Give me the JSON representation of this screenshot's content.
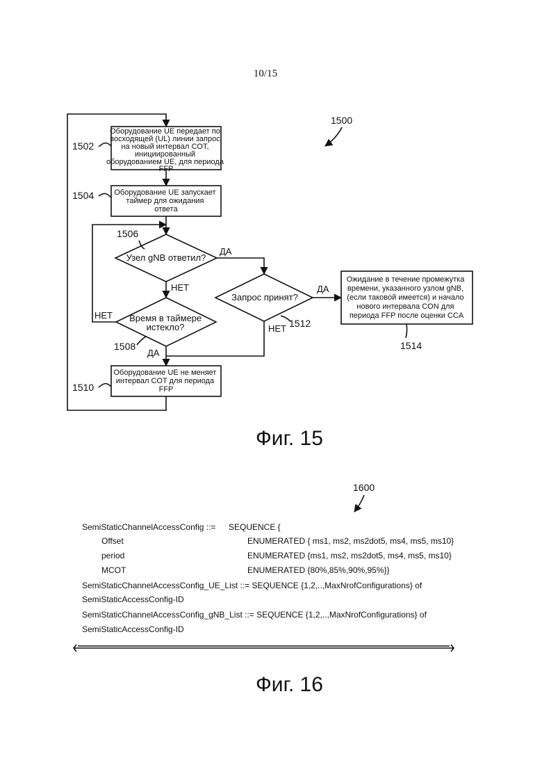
{
  "page_number": "10/15",
  "fig15": {
    "ref": "1500",
    "caption": "Фиг. 15",
    "step_1502": {
      "ref": "1502",
      "lines": [
        "Оборудование UE передает по",
        "восходящей (UL) линии запрос",
        "на новый интервал COT,",
        "инициированный",
        "оборудованием UE, для периода",
        "FFP"
      ]
    },
    "step_1504": {
      "ref": "1504",
      "lines": [
        "Оборудование UE запускает",
        "таймер для ожидания",
        "ответа"
      ]
    },
    "decision_1506": {
      "ref": "1506",
      "text": "Узел gNB ответил?",
      "yes": "ДА",
      "no": "НЕТ"
    },
    "decision_1508": {
      "ref": "1508",
      "lines": [
        "Время в таймере",
        "истекло?"
      ],
      "yes": "ДА",
      "no": "НЕТ"
    },
    "decision_1512": {
      "ref": "1512",
      "text": "Запрос принят?",
      "yes": "ДА",
      "no": "НЕТ"
    },
    "step_1510": {
      "ref": "1510",
      "lines": [
        "Оборудование UE не меняет",
        "интервал COT для периода",
        "FFP"
      ]
    },
    "step_1514": {
      "ref": "1514",
      "lines": [
        "Ожидание в течение промежутка",
        "времени, указанного узлом gNB,",
        "(если таковой имеется) и начало",
        "нового интервала CON для",
        "периода FFP после оценки CCA"
      ]
    }
  },
  "fig16": {
    "ref": "1600",
    "caption": "Фиг. 16",
    "code": {
      "l1_a": "SemiStaticChannelAccessConfig ::=",
      "l1_b": "SEQUENCE {",
      "l2_a": "Offset",
      "l2_b": "ENUMERATED { ms1, ms2, ms2dot5, ms4, ms5, ms10}",
      "l3_a": "period",
      "l3_b": "ENUMERATED {ms1, ms2, ms2dot5, ms4, ms5, ms10}",
      "l4_a": "MCOT",
      "l4_b": "ENUMERATED {80%,85%,90%,95%}}",
      "l5": "SemiStaticChannelAccessConfig_UE_List ::= SEQUENCE {1,2,..,MaxNrofConfigurations} of",
      "l6": "SemiStaticAccessConfig-ID",
      "l7": "SemiStaticChannelAccessConfig_gNB_List ::= SEQUENCE {1,2,..,MaxNrofConfigurations} of",
      "l8": "SemiStaticAccessConfig-ID"
    }
  }
}
